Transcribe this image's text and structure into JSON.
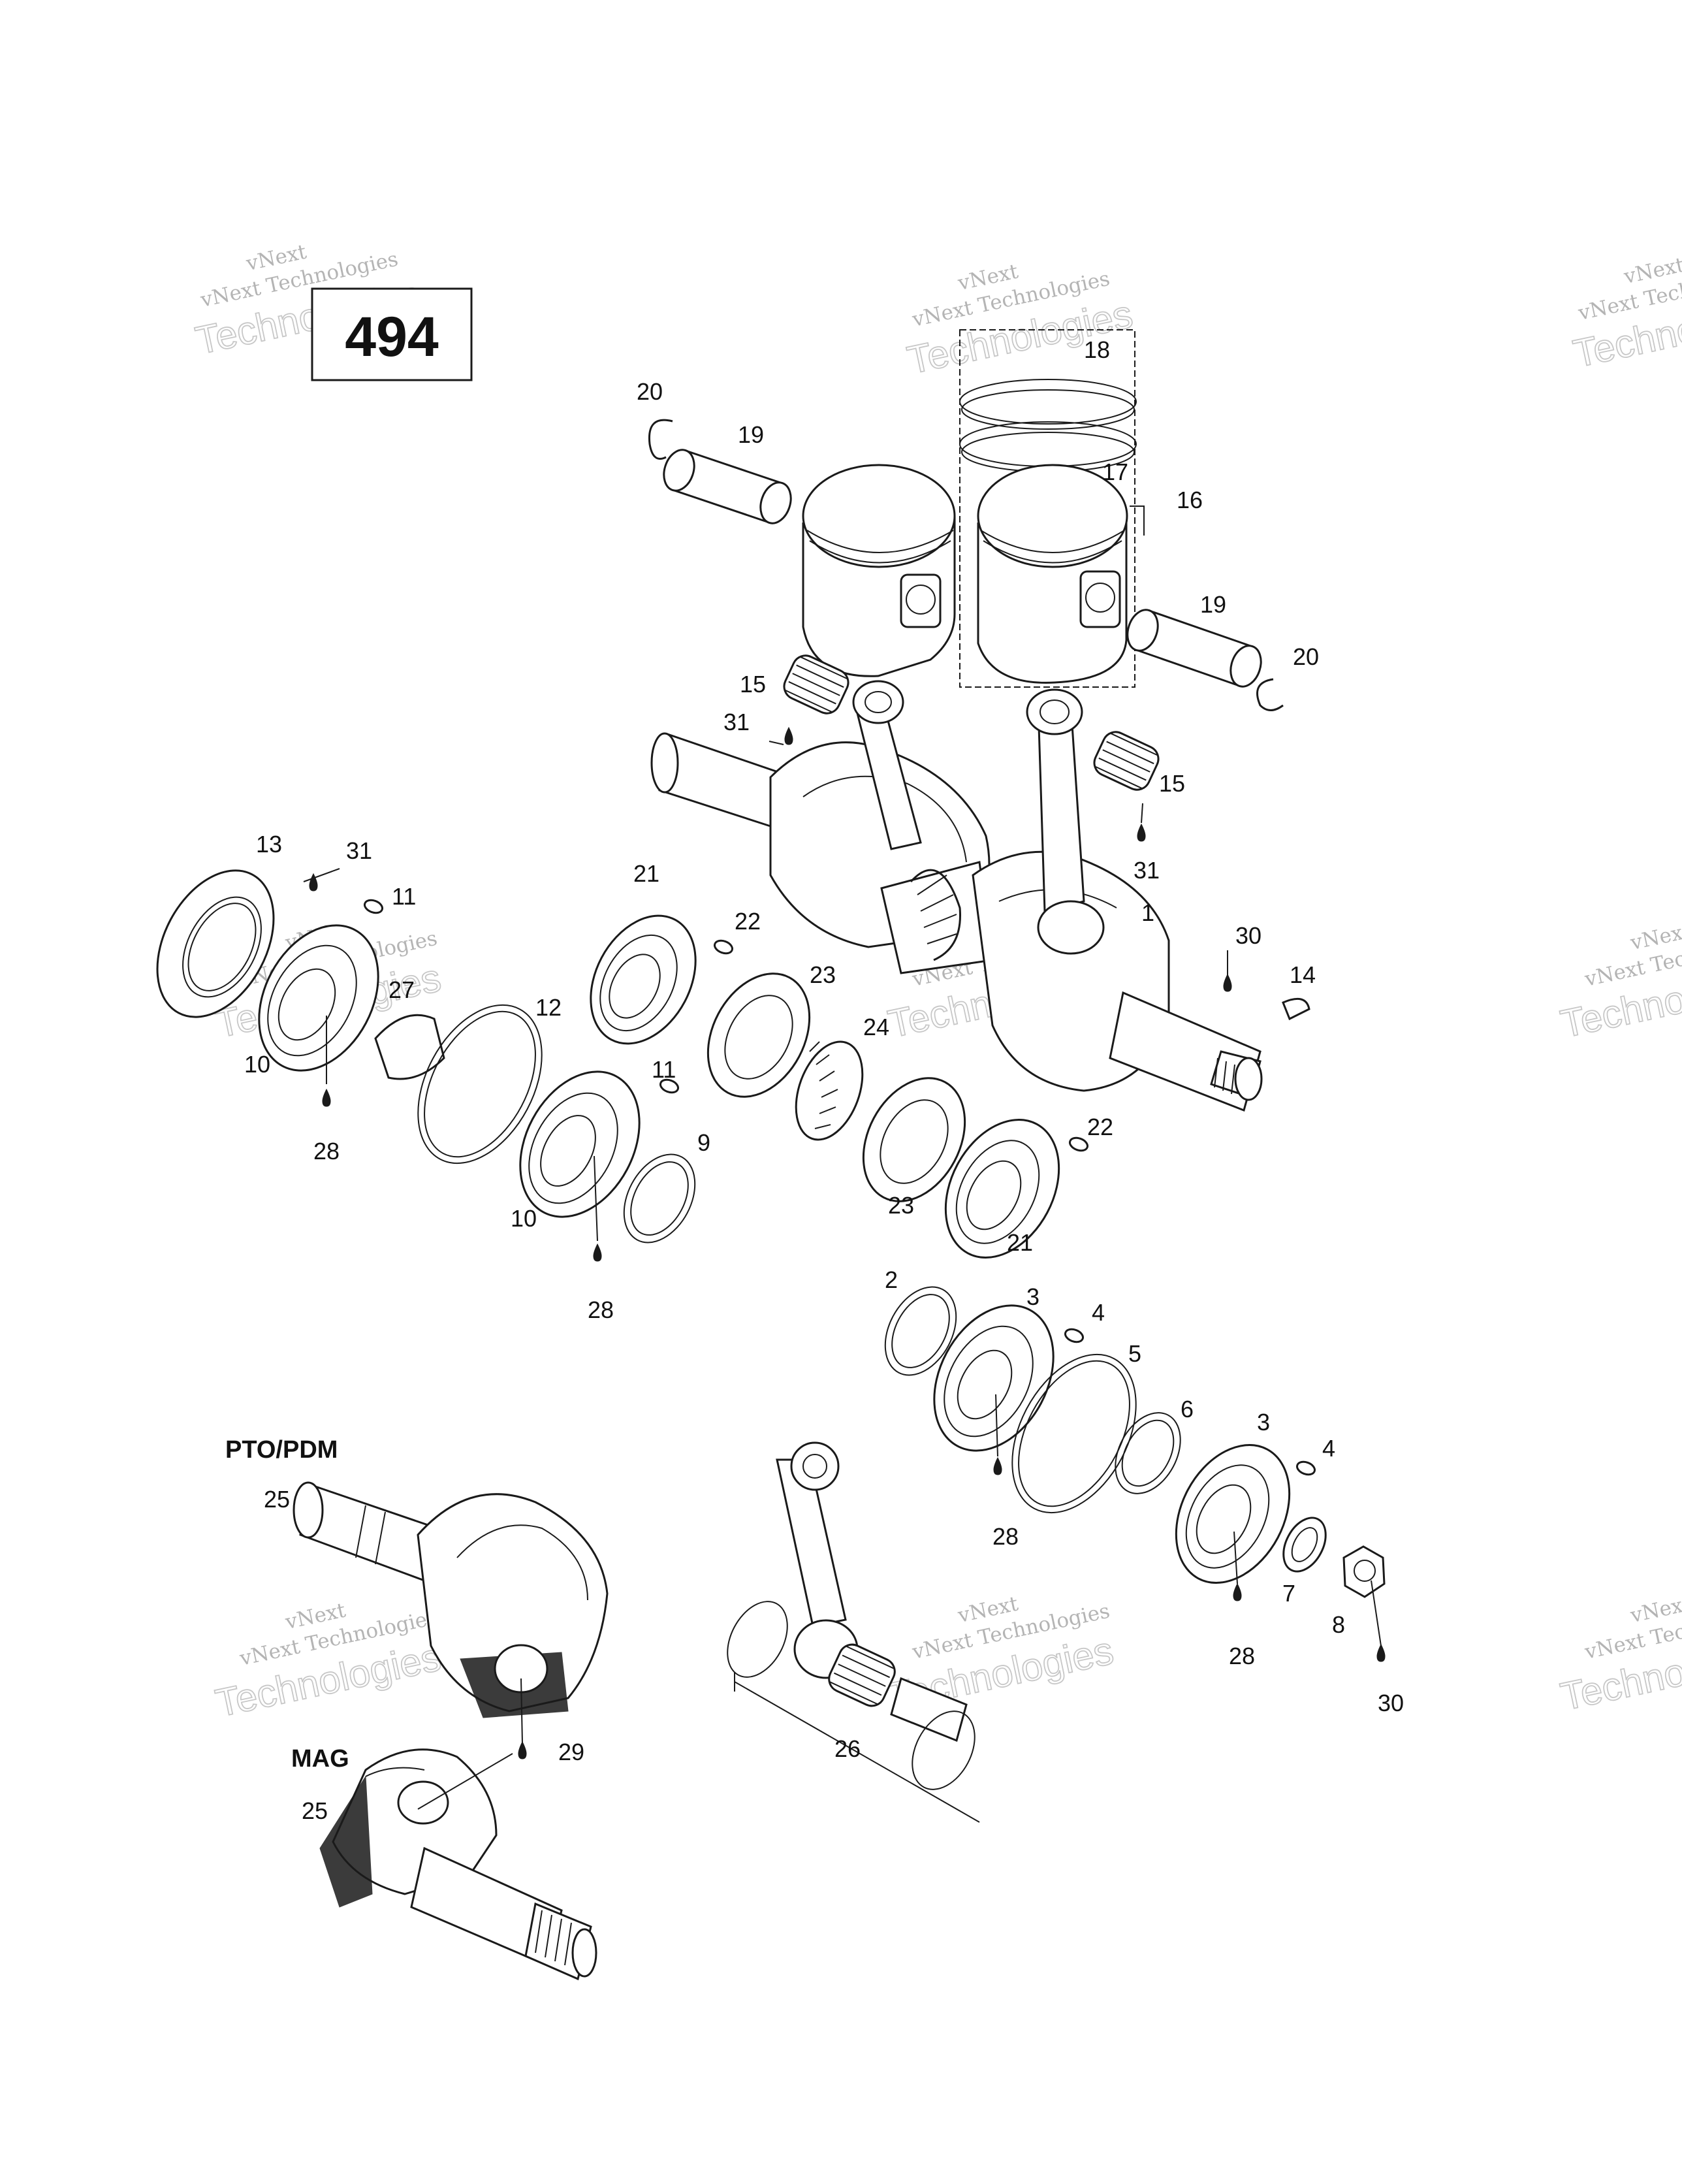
{
  "diagram_code": "494",
  "section_labels": {
    "pto": "PTO/PDM",
    "mag": "MAG"
  },
  "watermark": {
    "brand": "vNext",
    "company": "vNext Technologies",
    "word": "Technologies"
  },
  "part_labels": [
    {
      "id": "l20a",
      "text": "20"
    },
    {
      "id": "l19a",
      "text": "19"
    },
    {
      "id": "l18",
      "text": "18"
    },
    {
      "id": "l17",
      "text": "17"
    },
    {
      "id": "l16",
      "text": "16"
    },
    {
      "id": "l19b",
      "text": "19"
    },
    {
      "id": "l20b",
      "text": "20"
    },
    {
      "id": "l15a",
      "text": "15"
    },
    {
      "id": "l31a",
      "text": "31"
    },
    {
      "id": "l15b",
      "text": "15"
    },
    {
      "id": "l31b",
      "text": "31"
    },
    {
      "id": "l13",
      "text": "13"
    },
    {
      "id": "l31c",
      "text": "31"
    },
    {
      "id": "l11a",
      "text": "11"
    },
    {
      "id": "l21a",
      "text": "21"
    },
    {
      "id": "l22a",
      "text": "22"
    },
    {
      "id": "l27",
      "text": "27"
    },
    {
      "id": "l12",
      "text": "12"
    },
    {
      "id": "l23a",
      "text": "23"
    },
    {
      "id": "l1",
      "text": "1"
    },
    {
      "id": "l30a",
      "text": "30"
    },
    {
      "id": "l14",
      "text": "14"
    },
    {
      "id": "l10a",
      "text": "10"
    },
    {
      "id": "l24",
      "text": "24"
    },
    {
      "id": "l28a",
      "text": "28"
    },
    {
      "id": "l11b",
      "text": "11"
    },
    {
      "id": "l9",
      "text": "9"
    },
    {
      "id": "l22b",
      "text": "22"
    },
    {
      "id": "l10b",
      "text": "10"
    },
    {
      "id": "l23b",
      "text": "23"
    },
    {
      "id": "l21b",
      "text": "21"
    },
    {
      "id": "l28b",
      "text": "28"
    },
    {
      "id": "l2",
      "text": "2"
    },
    {
      "id": "l3a",
      "text": "3"
    },
    {
      "id": "l4a",
      "text": "4"
    },
    {
      "id": "l5",
      "text": "5"
    },
    {
      "id": "l6",
      "text": "6"
    },
    {
      "id": "l3b",
      "text": "3"
    },
    {
      "id": "l4b",
      "text": "4"
    },
    {
      "id": "l25a",
      "text": "25"
    },
    {
      "id": "l28c",
      "text": "28"
    },
    {
      "id": "l7",
      "text": "7"
    },
    {
      "id": "l8",
      "text": "8"
    },
    {
      "id": "l28d",
      "text": "28"
    },
    {
      "id": "l30b",
      "text": "30"
    },
    {
      "id": "l29",
      "text": "29"
    },
    {
      "id": "l26",
      "text": "26"
    },
    {
      "id": "l25b",
      "text": "25"
    }
  ]
}
